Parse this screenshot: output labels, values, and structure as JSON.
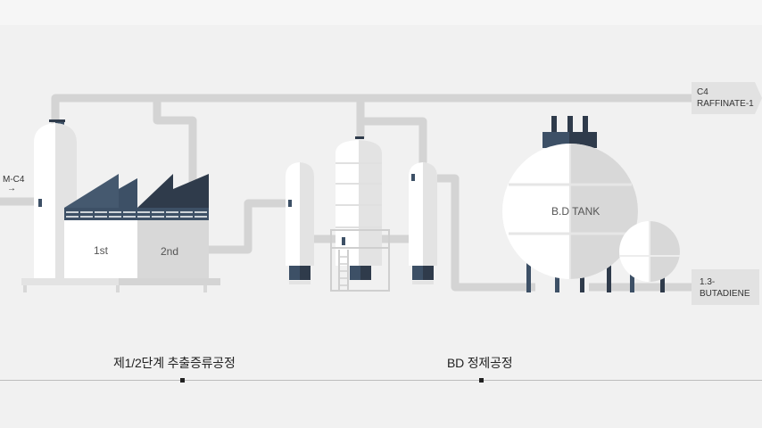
{
  "labels": {
    "input": "M-C4",
    "input_arrow": "→",
    "out_top_line1": "C4",
    "out_top_line2": "RAFFINATE-1",
    "out_bottom_line1": "1.3-",
    "out_bottom_line2": "BUTADIENE",
    "stage1": "1st",
    "stage2": "2nd",
    "tank": "B.D TANK"
  },
  "captions": {
    "left": "제1/2단계 추출증류공정",
    "right": "BD 정제공정"
  },
  "colors": {
    "background": "#f1f1f1",
    "pipe": "#d4d4d4",
    "vessel": "#ffffff",
    "vessel_shade": "#e3e3e3",
    "dark": "#3d5066",
    "darker": "#2f3b4b"
  }
}
